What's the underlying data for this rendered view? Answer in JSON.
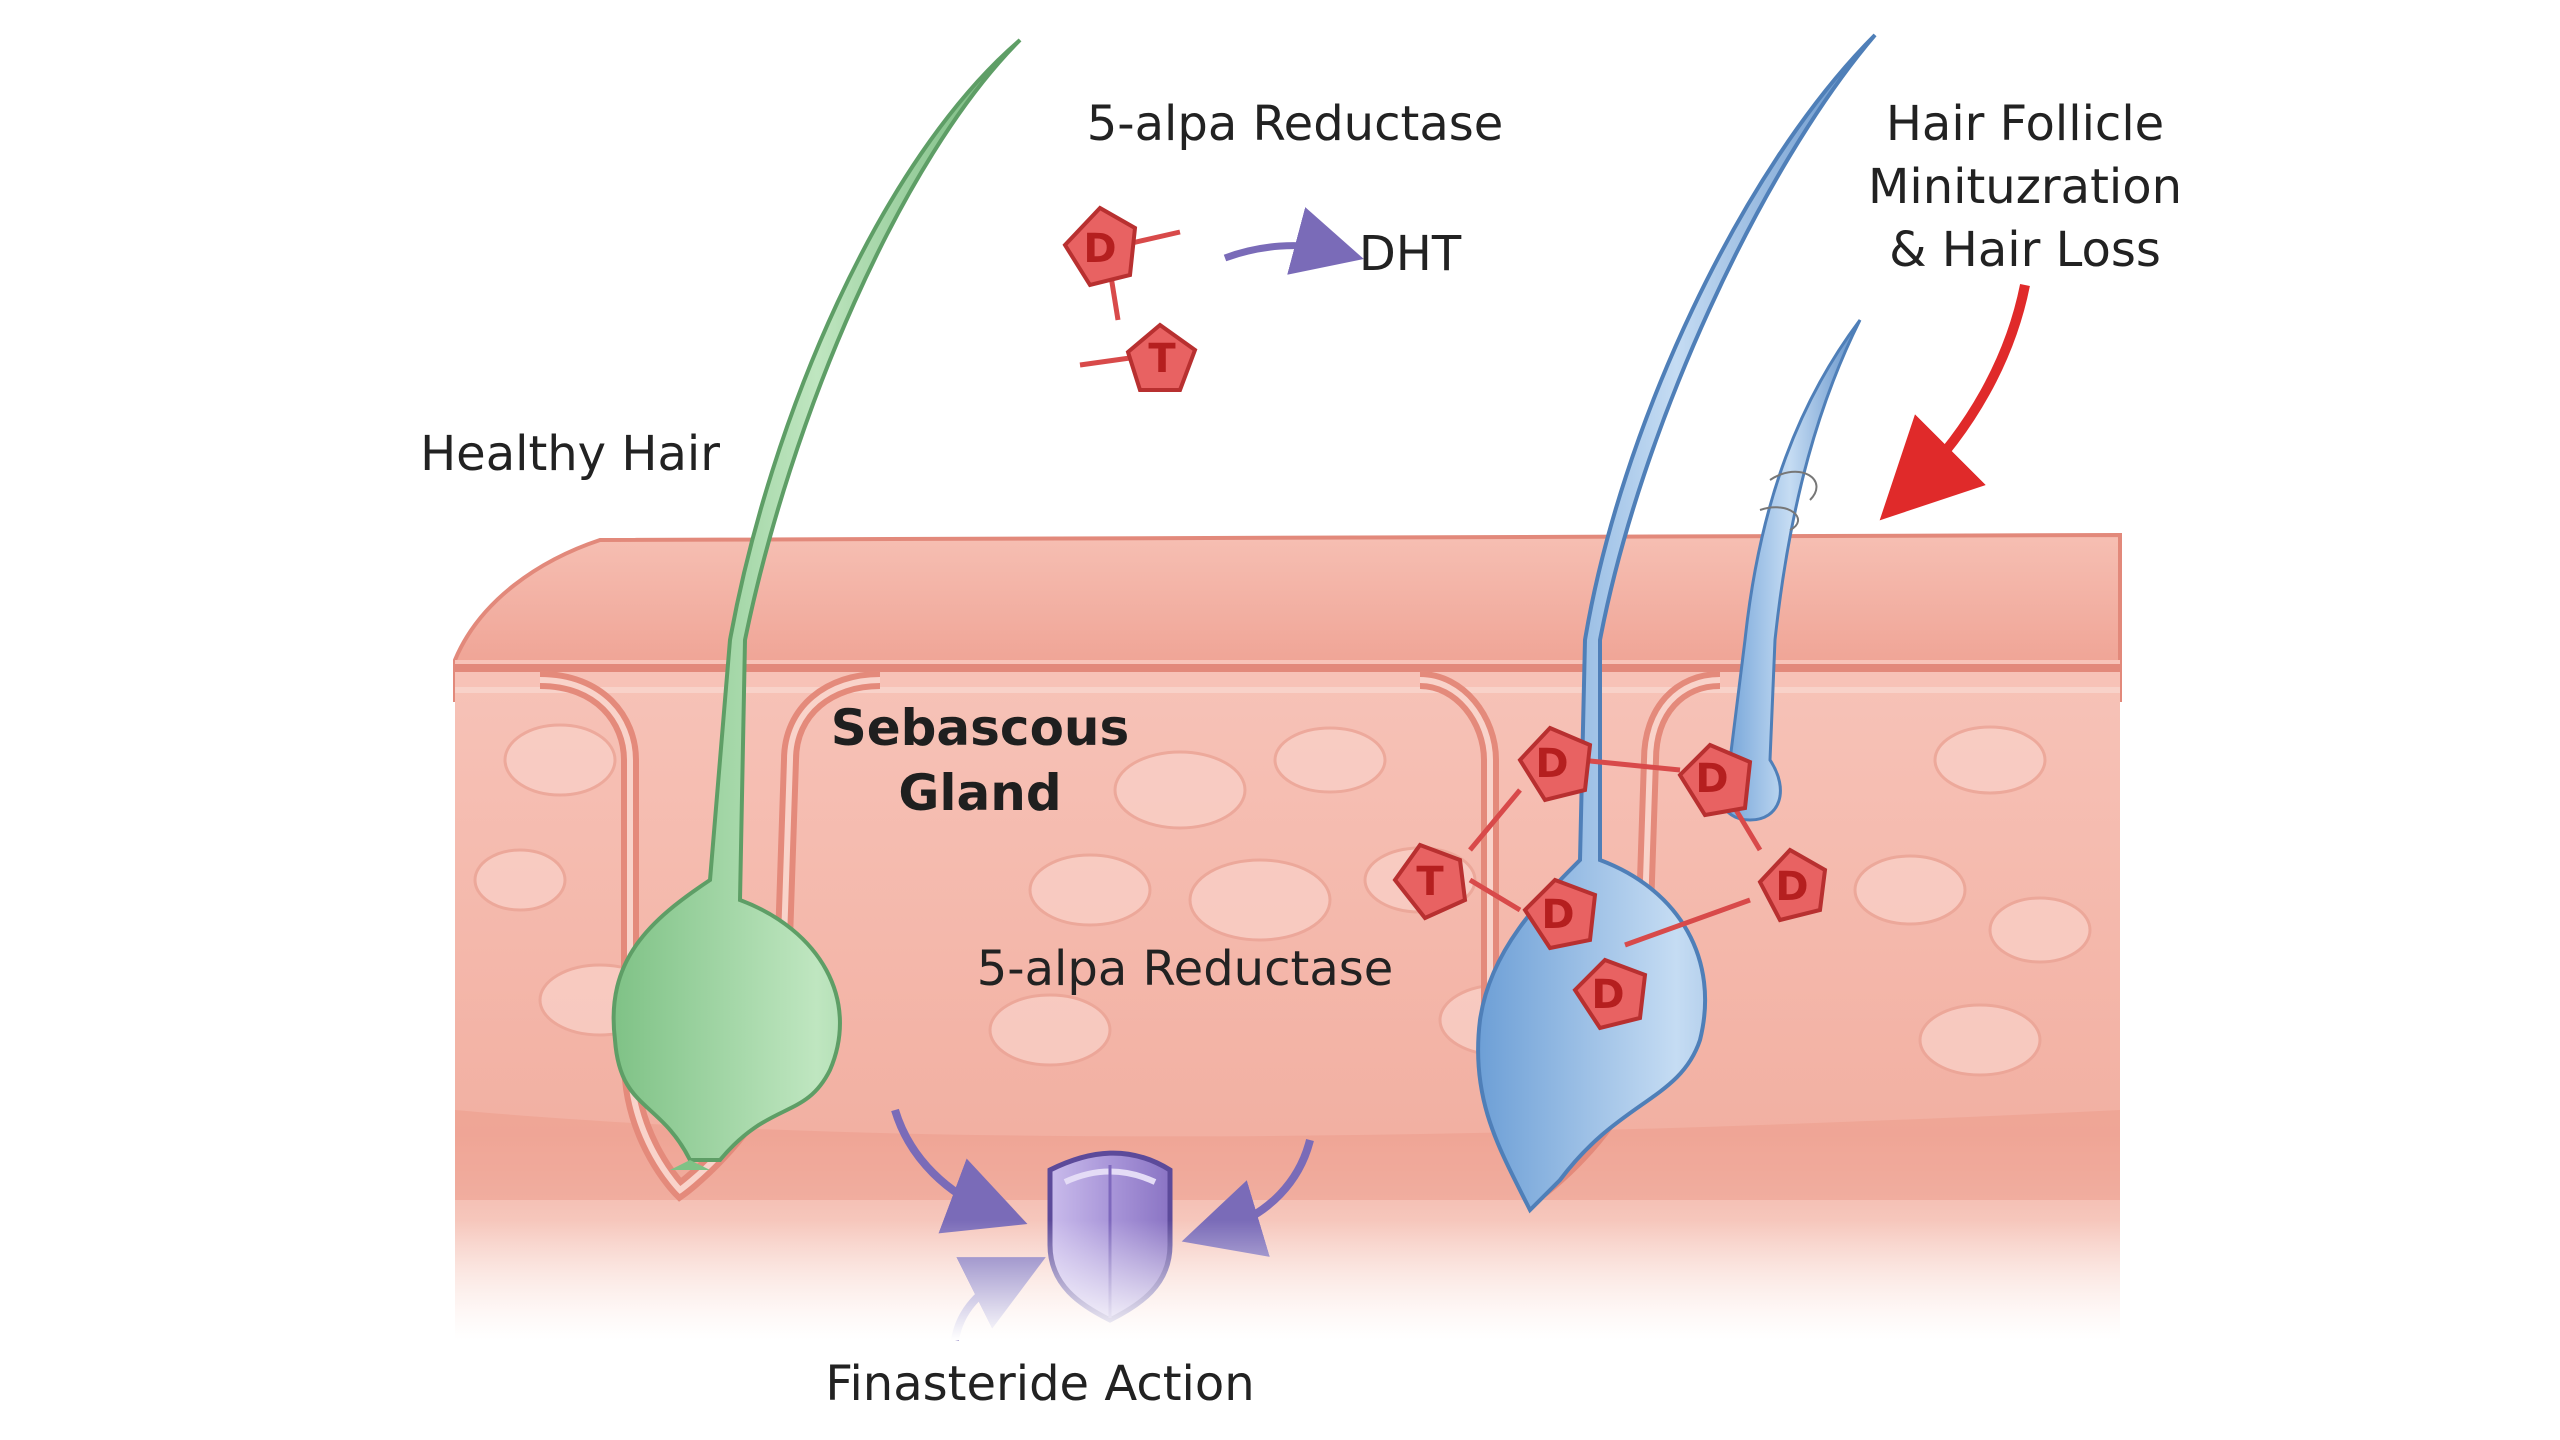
{
  "labels": {
    "reductase_top": "5-alpa Reductase",
    "dht": "DHT",
    "miniaturization_line1": "Hair Follicle",
    "miniaturization_line2": "Minituzration",
    "miniaturization_line3": "& Hair Loss",
    "healthy_hair": "Healthy Hair",
    "sebaceous_line1": "Sebascous",
    "sebaceous_line2": "Gland",
    "reductase_bottom": "5-alpa Reductase",
    "finasteride": "Finasteride Action"
  },
  "molecules": {
    "testosterone_letter": "T",
    "dht_letter": "D"
  },
  "colors": {
    "background": "#ffffff",
    "skin": "#f4b3a6",
    "skin_dark": "#e88a7c",
    "healthy_hair": "#8fcf92",
    "miniaturized_hair": "#8fb9e3",
    "molecule": "#e04646",
    "enzyme_arrow": "#7a6bb8",
    "alert_arrow": "#e02a2a",
    "shield": "#b8a6e0"
  },
  "icons": {
    "shield": "shield-icon",
    "conversion_arrow": "arrow-right-icon",
    "alert_arrow": "curved-arrow-icon"
  }
}
